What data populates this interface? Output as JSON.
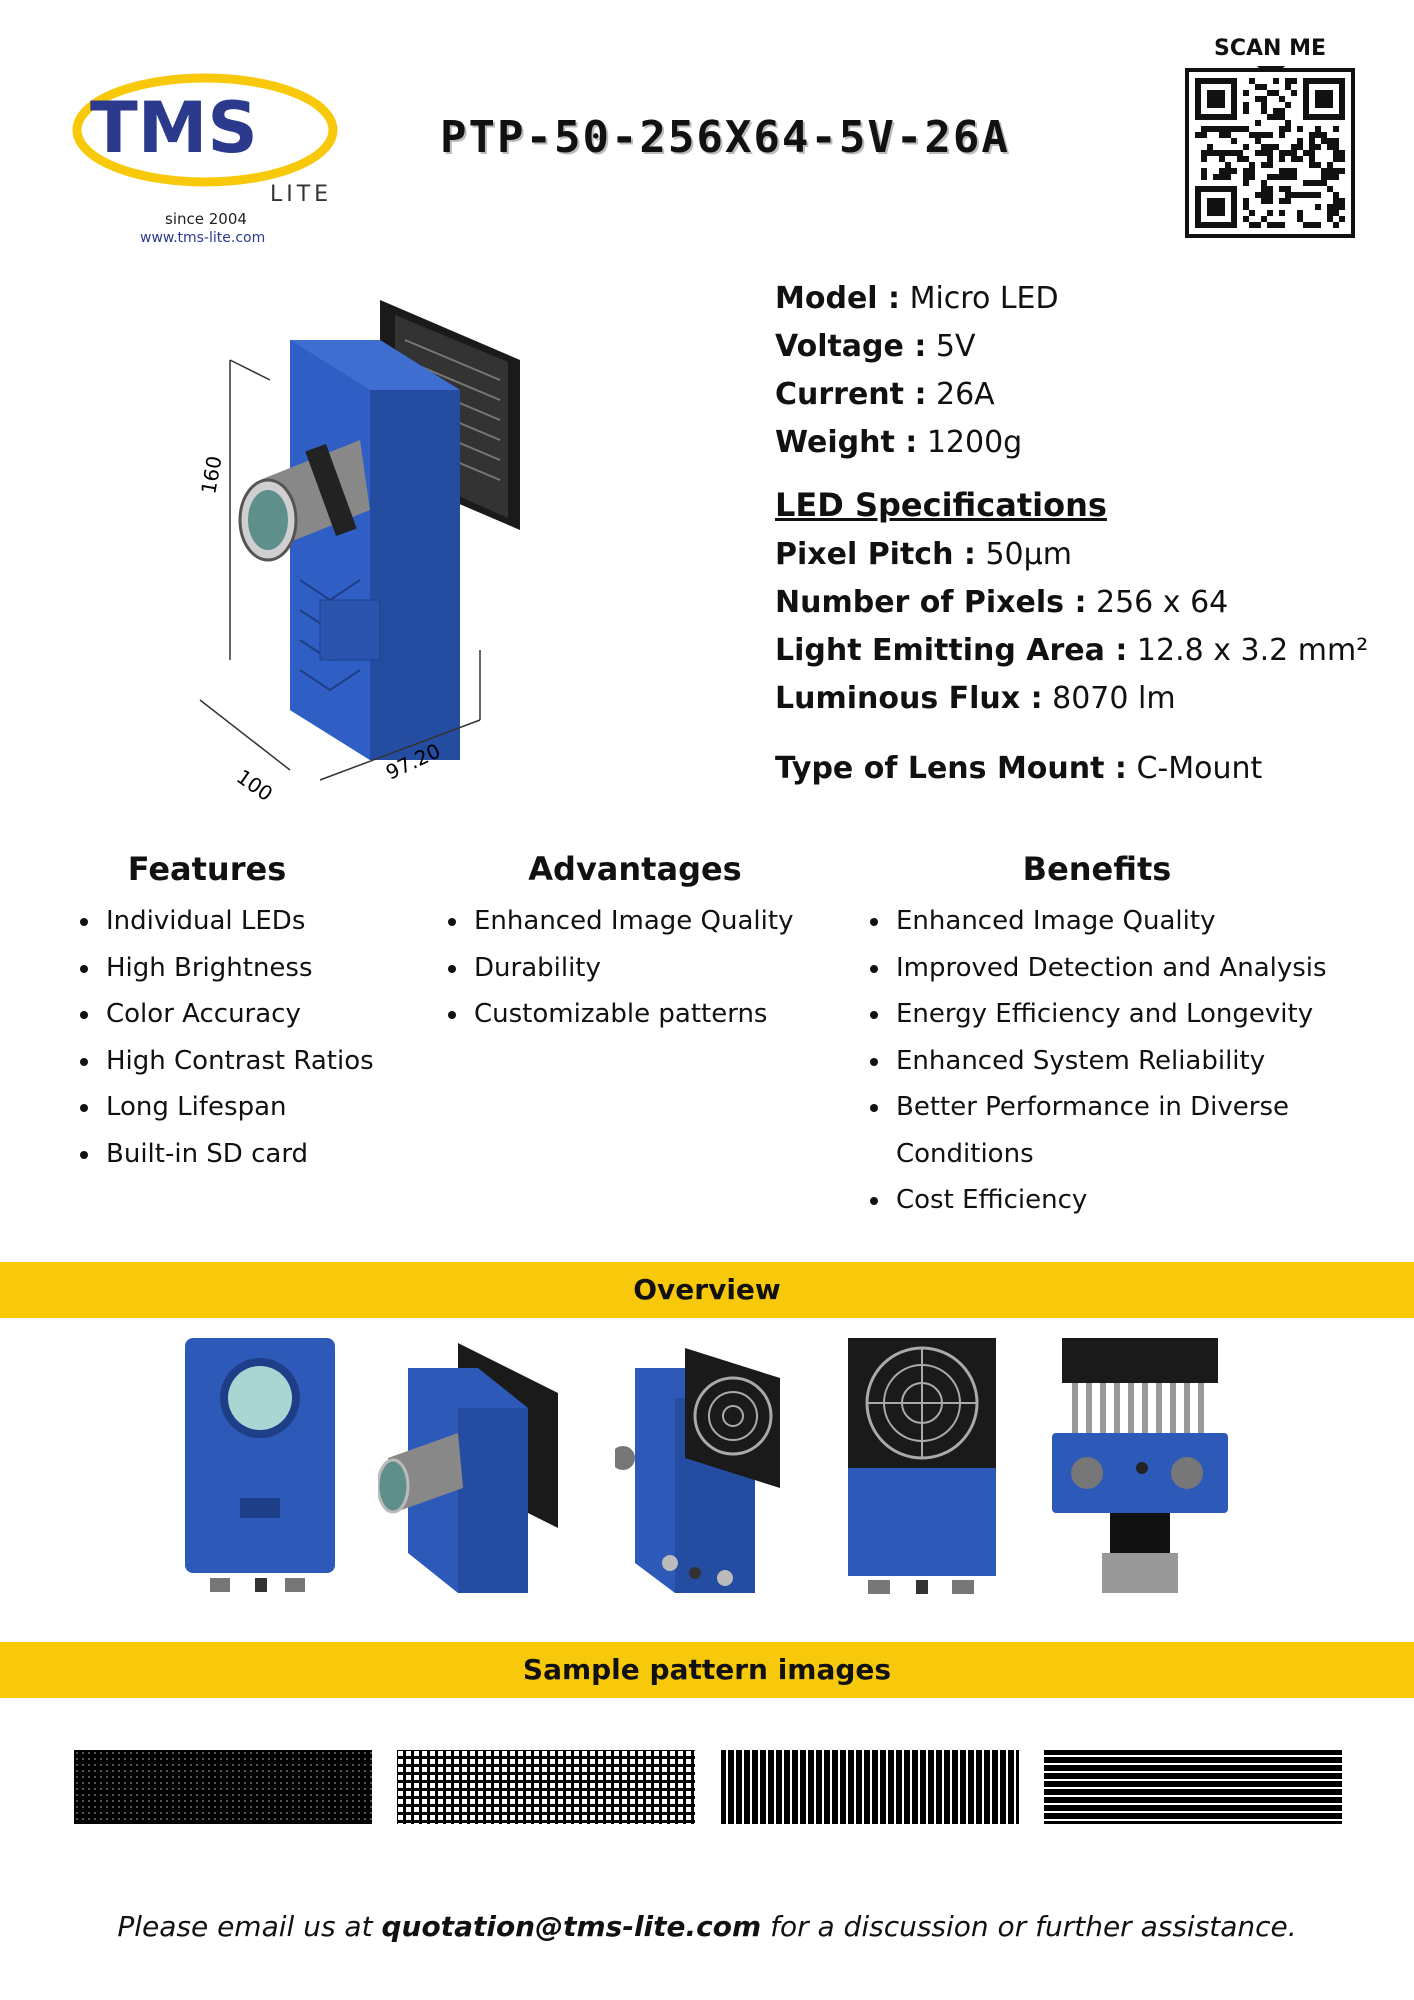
{
  "brand": {
    "logo_text": "TMS",
    "logo_sub": "LITE",
    "since": "since 2004",
    "website": "www.tms-lite.com",
    "primary_color": "#2b3a8c",
    "accent_color": "#f8c90a"
  },
  "title": "PTP-50-256X64-5V-26A",
  "qr": {
    "label": "SCAN ME"
  },
  "dimensions": {
    "height": "160",
    "width": "100",
    "depth": "97.20"
  },
  "specs": {
    "model_label": "Model :",
    "model_value": "Micro LED",
    "voltage_label": "Voltage :",
    "voltage_value": "5V",
    "current_label": "Current :",
    "current_value": "26A",
    "weight_label": "Weight :",
    "weight_value": "1200g",
    "led_heading": "LED Specifications",
    "pitch_label": "Pixel Pitch :",
    "pitch_value": "50µm",
    "pixels_label": "Number of Pixels :",
    "pixels_value": "256 x 64",
    "area_label": "Light Emitting Area :",
    "area_value": "12.8 x 3.2 mm²",
    "flux_label": "Luminous Flux :",
    "flux_value": "8070 lm",
    "mount_label": "Type of Lens Mount :",
    "mount_value": "C-Mount"
  },
  "features": {
    "heading": "Features",
    "items": [
      "Individual LEDs",
      "High Brightness",
      "Color Accuracy",
      "High Contrast Ratios",
      "Long Lifespan",
      "Built-in SD card"
    ]
  },
  "advantages": {
    "heading": "Advantages",
    "items": [
      "Enhanced Image Quality",
      "Durability",
      "Customizable patterns"
    ]
  },
  "benefits": {
    "heading": "Benefits",
    "items": [
      "Enhanced Image Quality",
      "Improved Detection and Analysis",
      "Energy Efficiency and Longevity",
      "Enhanced System Reliability",
      "Better Performance in Diverse Conditions",
      "Cost Efficiency"
    ]
  },
  "overview": {
    "heading": "Overview"
  },
  "samples": {
    "heading": "Sample pattern images"
  },
  "footer": {
    "prefix": "Please email us at ",
    "email": "quotation@tms-lite.com",
    "suffix": " for a discussion or further assistance."
  }
}
